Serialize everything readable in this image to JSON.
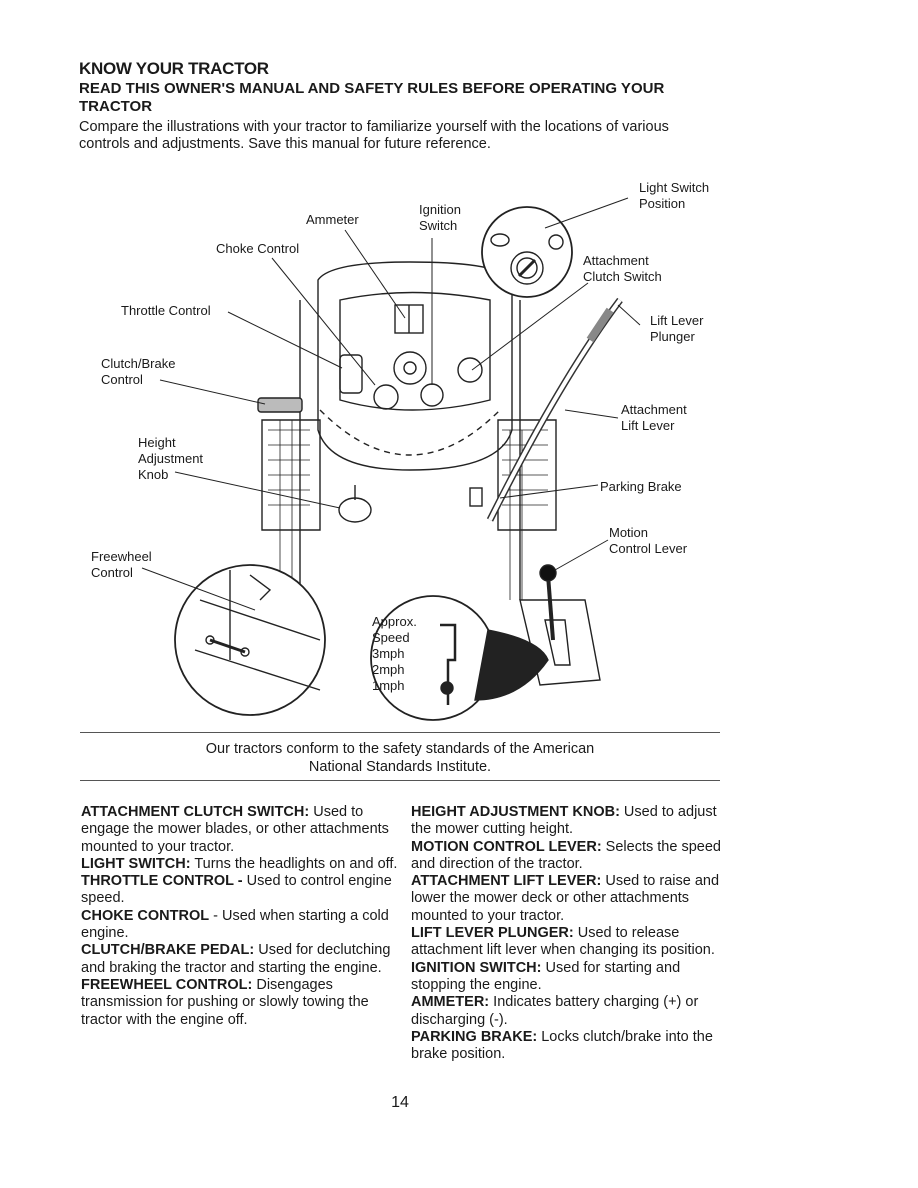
{
  "header": {
    "title": "KNOW YOUR TRACTOR",
    "subtitle": "READ THIS OWNER'S MANUAL AND SAFETY RULES BEFORE OPERATING YOUR TRACTOR",
    "intro": "Compare the illustrations with your tractor to familiarize yourself with the locations of various controls and adjustments. Save this manual for future reference."
  },
  "diagram": {
    "labels": {
      "light_switch_1": "Light Switch",
      "light_switch_2": "Position",
      "ammeter": "Ammeter",
      "ignition_1": "Ignition",
      "ignition_2": "Switch",
      "choke": "Choke Control",
      "attach_clutch_1": "Attachment",
      "attach_clutch_2": "Clutch Switch",
      "throttle": "Throttle Control",
      "lift_plunger_1": "Lift Lever",
      "lift_plunger_2": "Plunger",
      "clutch_brake_1": "Clutch/Brake",
      "clutch_brake_2": "Control",
      "attach_lift_1": "Attachment",
      "attach_lift_2": "Lift Lever",
      "height_1": "Height",
      "height_2": "Adjustment",
      "height_3": "Knob",
      "parking_brake": "Parking Brake",
      "motion_1": "Motion",
      "motion_2": "Control Lever",
      "freewheel_1": "Freewheel",
      "freewheel_2": "Control",
      "approx": "Approx.",
      "speed": "Speed",
      "mph3": "3mph",
      "mph2": "2mph",
      "mph1": "1mph"
    }
  },
  "caption": {
    "line1": "Our tractors conform to the safety standards of the American",
    "line2": "National Standards Institute."
  },
  "definitions": {
    "left": [
      {
        "term": "ATTACHMENT CLUTCH SWITCH:",
        "text": " Used to engage the mower blades, or other attachments mounted to your tractor."
      },
      {
        "term": "LIGHT SWITCH:",
        "text": " Turns the headlights on and off."
      },
      {
        "term": "THROTTLE CONTROL -",
        "text": " Used to control engine speed."
      },
      {
        "term": "CHOKE CONTROL",
        "text": " - Used when starting a cold engine."
      },
      {
        "term": "CLUTCH/BRAKE PEDAL:",
        "text": " Used for declutching and braking the tractor and starting the engine."
      },
      {
        "term": "FREEWHEEL CONTROL:",
        "text": " Disengages transmission for pushing or slowly towing the tractor with the engine off."
      }
    ],
    "right": [
      {
        "term": "HEIGHT ADJUSTMENT KNOB:",
        "text": " Used to adjust the mower cutting height."
      },
      {
        "term": "MOTION CONTROL LEVER:",
        "text": " Selects the speed and direction of the tractor."
      },
      {
        "term": "ATTACHMENT LIFT LEVER:",
        "text": " Used to raise and lower the mower deck or other attachments mounted to your tractor."
      },
      {
        "term": "LIFT LEVER PLUNGER:",
        "text": " Used to release attachment lift lever when changing its position."
      },
      {
        "term": "IGNITION SWITCH:",
        "text": " Used for starting and stopping the engine."
      },
      {
        "term": "AMMETER:",
        "text": " Indicates battery charging (+) or discharging (-)."
      },
      {
        "term": "PARKING BRAKE:",
        "text": " Locks clutch/brake into the brake position."
      }
    ]
  },
  "page_number": "14"
}
